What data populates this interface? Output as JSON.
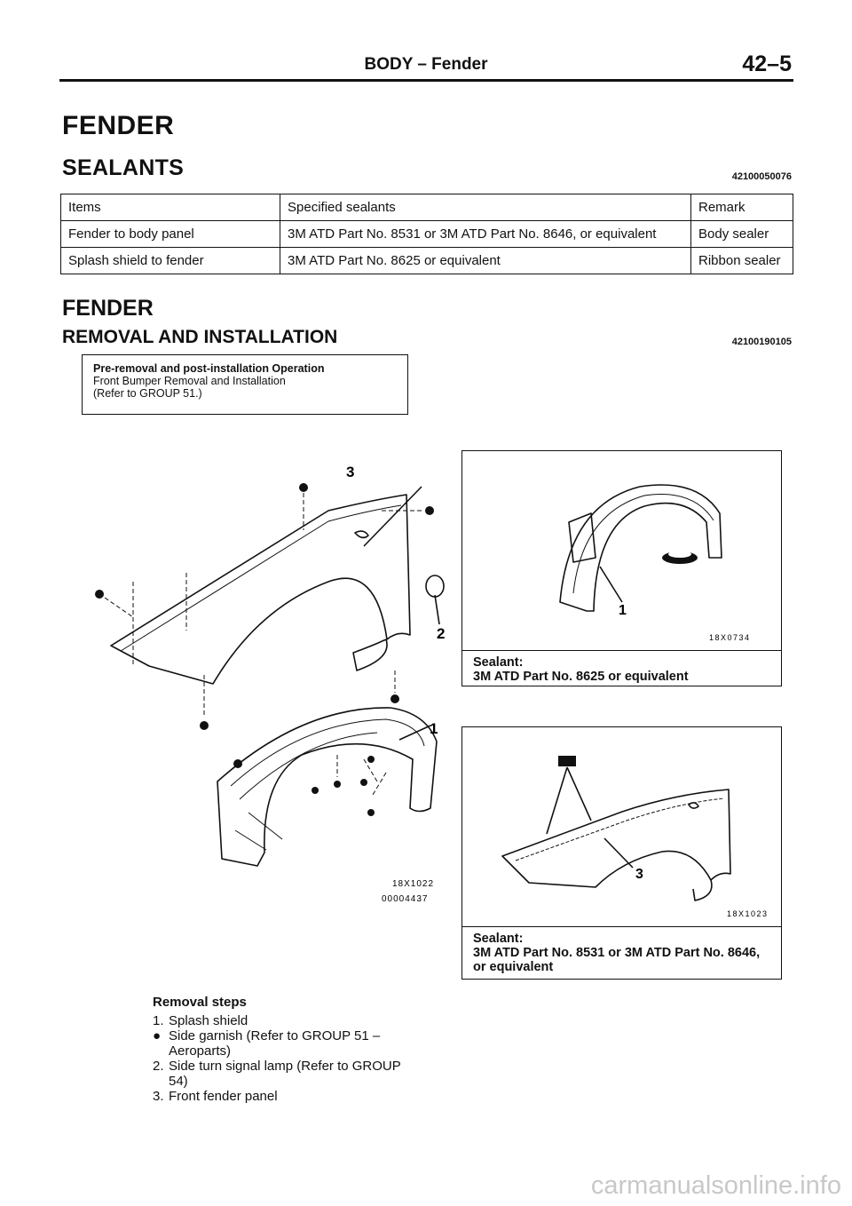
{
  "header": {
    "title": "BODY – Fender",
    "page_number": "42–5"
  },
  "section1": {
    "title": "FENDER",
    "subtitle": "SEALANTS",
    "code": "42100050076"
  },
  "sealants_table": {
    "headers": [
      "Items",
      "Specified sealants",
      "Remark"
    ],
    "rows": [
      [
        "Fender to body panel",
        "3M ATD Part No. 8531 or 3M ATD Part No. 8646, or equivalent",
        "Body sealer"
      ],
      [
        "Splash shield to fender",
        "3M ATD Part No. 8625 or equivalent",
        "Ribbon sealer"
      ]
    ]
  },
  "section2": {
    "title": "FENDER",
    "subtitle": "REMOVAL AND INSTALLATION",
    "code": "42100190105"
  },
  "pre_removal": {
    "title": "Pre-removal and post-installation Operation",
    "line1": "Front Bumper Removal and Installation",
    "line2": "(Refer to GROUP 51.)"
  },
  "main_figure": {
    "callout_1": "1",
    "callout_2": "2",
    "callout_3": "3",
    "code1": "18X1022",
    "code2": "00004437"
  },
  "figure_top_right": {
    "callout": "1",
    "code": "18X0734",
    "sealant_label": "Sealant:",
    "sealant_text": "3M ATD Part No. 8625 or equivalent"
  },
  "figure_bottom_right": {
    "callout": "3",
    "code": "18X1023",
    "sealant_label": "Sealant:",
    "sealant_text": "3M ATD Part No. 8531 or 3M ATD Part No. 8646, or equivalent"
  },
  "removal_steps": {
    "title": "Removal steps",
    "items": [
      {
        "num": "1.",
        "text": "Splash shield"
      },
      {
        "num": "●",
        "text": "Side garnish (Refer to GROUP 51 – Aeroparts)"
      },
      {
        "num": "2.",
        "text": "Side turn signal lamp (Refer to GROUP 54)"
      },
      {
        "num": "3.",
        "text": "Front fender panel"
      }
    ]
  },
  "watermark": "carmanualsonline.info"
}
